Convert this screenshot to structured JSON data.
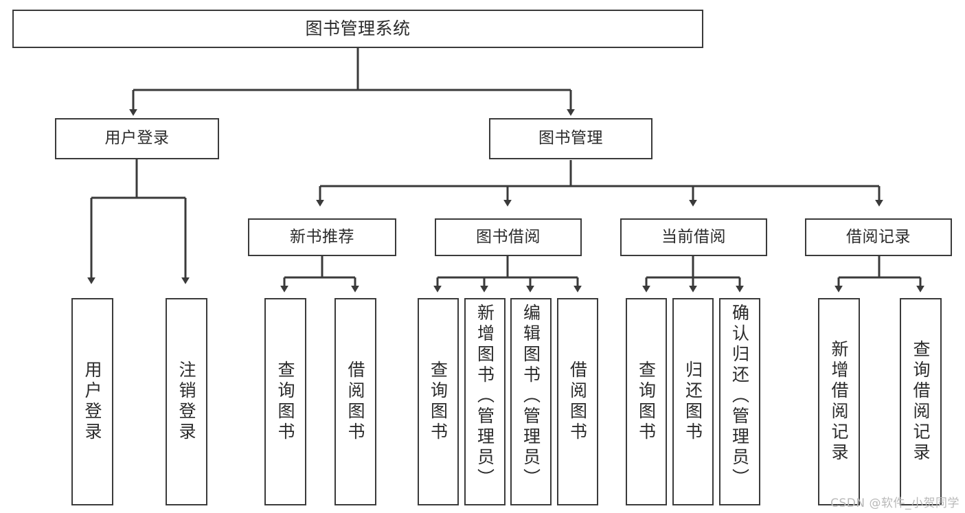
{
  "diagram": {
    "type": "tree-hierarchy-chart",
    "title": "图书管理系统",
    "line_color": "#3a3a3a",
    "box_fill": "#ffffff",
    "text_color": "#2b2b2b",
    "levels": 4
  },
  "root": {
    "label": "图书管理系统"
  },
  "level2": [
    {
      "label": "用户登录"
    },
    {
      "label": "图书管理"
    }
  ],
  "level3": [
    {
      "label": "新书推荐"
    },
    {
      "label": "图书借阅"
    },
    {
      "label": "当前借阅"
    },
    {
      "label": "借阅记录"
    }
  ],
  "leaves": [
    {
      "label": "用户登录",
      "parent": "用户登录"
    },
    {
      "label": "注销登录",
      "parent": "用户登录"
    },
    {
      "label": "查询图书",
      "parent": "新书推荐"
    },
    {
      "label": "借阅图书",
      "parent": "新书推荐"
    },
    {
      "label": "查询图书",
      "parent": "图书借阅"
    },
    {
      "label": "新增图书（管理员）",
      "parent": "图书借阅"
    },
    {
      "label": "编辑图书（管理员）",
      "parent": "图书借阅"
    },
    {
      "label": "借阅图书",
      "parent": "图书借阅"
    },
    {
      "label": "查询图书",
      "parent": "当前借阅"
    },
    {
      "label": "归还图书",
      "parent": "当前借阅"
    },
    {
      "label": "确认归还（管理员）",
      "parent": "当前借阅"
    },
    {
      "label": "新增借阅记录",
      "parent": "借阅记录"
    },
    {
      "label": "查询借阅记录",
      "parent": "借阅记录"
    }
  ],
  "watermark": {
    "text": "CSDN @软件_小贺同学"
  }
}
